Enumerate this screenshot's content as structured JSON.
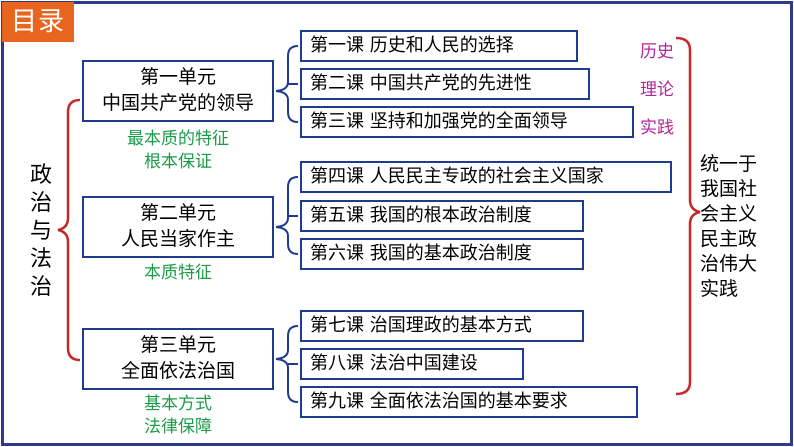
{
  "title": "目录",
  "root": [
    "政",
    "治",
    "与",
    "法",
    "治"
  ],
  "units": [
    {
      "line1": "第一单元",
      "line2": "中国共产党的领导",
      "notes": [
        "最本质的特征",
        "根本保证"
      ]
    },
    {
      "line1": "第二单元",
      "line2": "人民当家作主",
      "notes": [
        "本质特征"
      ]
    },
    {
      "line1": "第三单元",
      "line2": "全面依法治国",
      "notes": [
        "基本方式",
        "法律保障"
      ]
    }
  ],
  "lessons": [
    "第一课  历史和人民的选择",
    "第二课  中国共产党的先进性",
    "第三课  坚持和加强党的全面领导",
    "第四课  人民民主专政的社会主义国家",
    "第五课  我国的根本政治制度",
    "第六课  我国的基本政治制度",
    "第七课  治国理政的基本方式",
    "第八课  法治中国建设",
    "第九课  全面依法治国的基本要求"
  ],
  "practice": [
    "历史",
    "理论",
    "实践"
  ],
  "conclusion": [
    "统一于",
    "我国社",
    "会主义",
    "民主政",
    "治伟大",
    "实践"
  ],
  "colors": {
    "frame": "#2e3a8a",
    "tab": "#e8651f",
    "bracket": "#c62828",
    "note": "#1e9b4a",
    "practice": "#b0279b"
  }
}
